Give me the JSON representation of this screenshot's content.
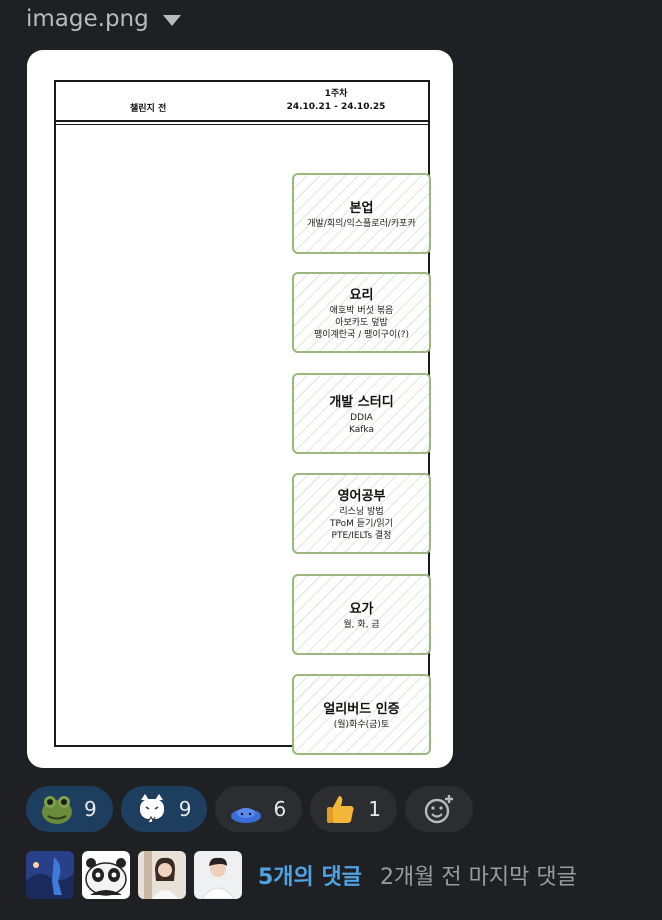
{
  "file": {
    "name": "image.png"
  },
  "sheet": {
    "left_header": "챌린지 전",
    "week_title": "1주차",
    "week_range": "24.10.21 - 24.10.25",
    "tasks": [
      {
        "title": "본업",
        "lines": [
          "개발/회의/익스플로러/카포카"
        ]
      },
      {
        "title": "요리",
        "lines": [
          "애호박 버섯 볶음",
          "아보카도 덮밥",
          "팽이계란국 / 팽이구이(?)"
        ]
      },
      {
        "title": "개발 스터디",
        "lines": [
          "DDIA",
          "Kafka"
        ]
      },
      {
        "title": "영어공부",
        "lines": [
          "리스닝 방법",
          "TPoM 듣기/읽기",
          "PTE/IELTs 결정"
        ]
      },
      {
        "title": "요가",
        "lines": [
          "월, 화, 금"
        ]
      },
      {
        "title": "얼리버드 인증",
        "lines": [
          "(월)화수(금)토"
        ]
      }
    ]
  },
  "reactions": [
    {
      "icon": "frog-emoji-icon",
      "count": "9",
      "active": true
    },
    {
      "icon": "cat-emoji-icon",
      "count": "9",
      "active": true
    },
    {
      "icon": "blue-blob-emoji-icon",
      "count": "6",
      "active": false
    },
    {
      "icon": "thumbs-up-emoji-icon",
      "count": "1",
      "active": false
    }
  ],
  "thread": {
    "reply_count": "5개의 댓글",
    "last_reply": "2개월 전 마지막 댓글"
  },
  "colors": {
    "accent": "#4fa3e3",
    "reaction_active": "#1d3e5e",
    "task_border": "#9bb77f"
  }
}
